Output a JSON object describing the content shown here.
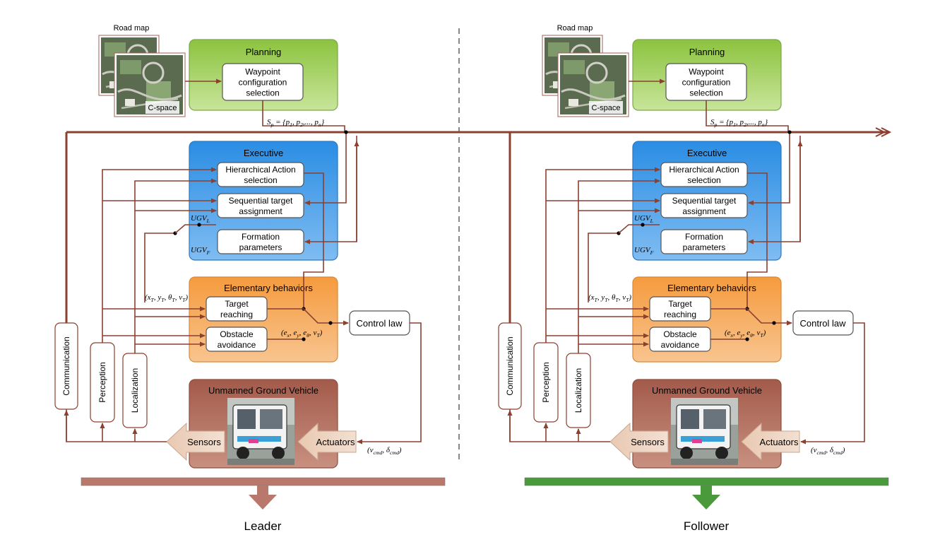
{
  "colors": {
    "arrow": "#8b4030",
    "planning_fill": "#a9d46e",
    "executive_fill": "#3d9be9",
    "behaviors_fill": "#f5a455",
    "ugv_fill": "#b06a5a",
    "leader_bar": "#b8786c",
    "follower_bar": "#4a9a3c"
  },
  "panels": [
    {
      "id": "leader",
      "caption": "Leader",
      "road_map_label": "Road map",
      "cspace_label": "C-space",
      "planning": {
        "title": "Planning",
        "module": "Waypoint configuration selection",
        "module_lines": [
          "Waypoint",
          "configuration",
          "selection"
        ]
      },
      "waypoints_label": "S_p = {p_1, p_2,..., p_n}",
      "executive": {
        "title": "Executive",
        "action_selection": [
          "Hierarchical Action",
          "selection"
        ],
        "target_assignment": [
          "Sequential target",
          "assignment"
        ],
        "formation": [
          "Formation",
          "parameters"
        ],
        "ugv_l": "UGV_L",
        "ugv_f": "UGV_F"
      },
      "behaviors": {
        "title": "Elementary behaviors",
        "target_reaching": [
          "Target",
          "reaching"
        ],
        "obstacle_avoidance": [
          "Obstacle",
          "avoidance"
        ],
        "target_state": "(x_T, y_T, θ_T, v_T)",
        "errors": "(e_x, e_y, e_θ, v_T)"
      },
      "control_law": "Control law",
      "command": "(v_cmd, δ_cmd)",
      "side_modules": [
        "Communication",
        "Perception",
        "Localization"
      ],
      "ugv": {
        "title": "Unmanned Ground Vehicle",
        "sensors": "Sensors",
        "actuators": "Actuators"
      }
    },
    {
      "id": "follower",
      "caption": "Follower",
      "road_map_label": "Road map",
      "cspace_label": "C-space",
      "planning": {
        "title": "Planning",
        "module": "Waypoint configuration selection",
        "module_lines": [
          "Waypoint",
          "configuration",
          "selection"
        ]
      },
      "waypoints_label": "S_p = {p_1, p_2,..., p_n}",
      "executive": {
        "title": "Executive",
        "action_selection": [
          "Hierarchical Action",
          "selection"
        ],
        "target_assignment": [
          "Sequential target",
          "assignment"
        ],
        "formation": [
          "Formation",
          "parameters"
        ],
        "ugv_l": "UGV_L",
        "ugv_f": "UGV_F"
      },
      "behaviors": {
        "title": "Elementary behaviors",
        "target_reaching": [
          "Target",
          "reaching"
        ],
        "obstacle_avoidance": [
          "Obstacle",
          "avoidance"
        ],
        "target_state": "(x_T, y_T, θ_T, v_T)",
        "errors": "(e_x, e_y, e_θ, v_T)"
      },
      "control_law": "Control law",
      "command": "(v_cmd, δ_cmd)",
      "side_modules": [
        "Communication",
        "Perception",
        "Localization"
      ],
      "ugv": {
        "title": "Unmanned Ground Vehicle",
        "sensors": "Sensors",
        "actuators": "Actuators"
      }
    }
  ]
}
